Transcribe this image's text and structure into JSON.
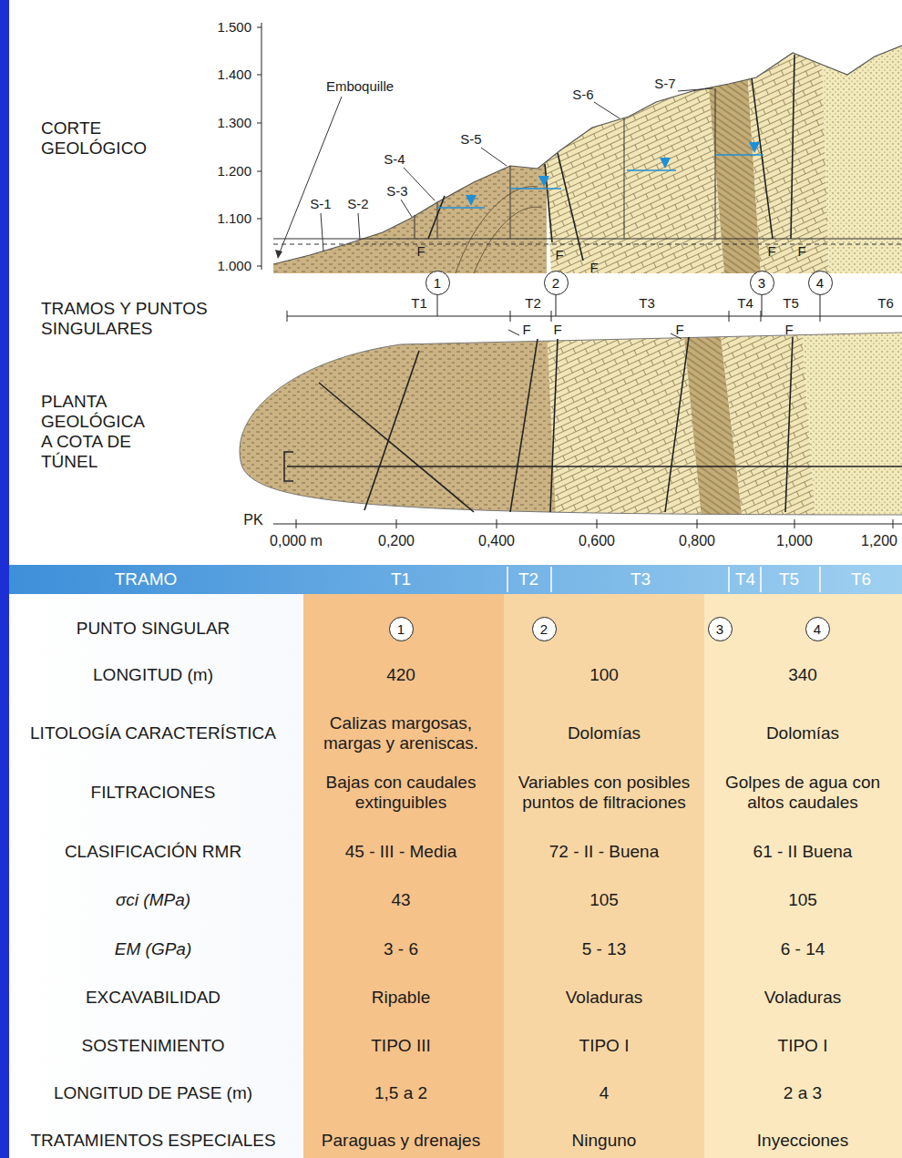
{
  "diagram": {
    "nodes": [
      {
        "text": [
          "1"
        ]
      },
      {
        "text": [
          "2"
        ]
      },
      {
        "text": [
          "3"
        ]
      },
      {
        "text": [
          "4"
        ]
      },
      {
        "text": [
          "1"
        ]
      },
      {
        "text": [
          "2"
        ]
      },
      {
        "text": [
          "3"
        ]
      },
      {
        "text": [
          "4"
        ]
      }
    ],
    "labels": [
      "1.500",
      "1.400",
      "1.300",
      "1.200",
      "1.100",
      "1.000",
      "CORTE GEOLÓGICO",
      "Emboquille",
      "S-1",
      "S-2",
      "S-3",
      "S-4",
      "S-5",
      "S-6",
      "S-7",
      "F",
      "F",
      "F",
      "F",
      "F",
      "TRAMOS Y PUNTOS SINGULARES",
      "T1",
      "T2",
      "T3",
      "T4",
      "T5",
      "T6",
      "PLANTA GEOLÓGICA A COTA DE TÚNEL",
      "F",
      "F",
      "F",
      "F",
      "PK",
      "0,000 m",
      "0,200",
      "0,400",
      "0,600",
      "0,800",
      "1,000",
      "1,200",
      "TRAMO",
      "T1",
      "T2",
      "T3",
      "T4",
      "T5",
      "T6",
      "PUNTO SINGULAR",
      "LONGITUD (m)",
      "420",
      "100",
      "340",
      "LITOLOGÍA CARACTERÍSTICA",
      "Calizas margosas, margas y areniscas.",
      "Dolomías",
      "Dolomías",
      "FILTRACIONES",
      "Bajas con caudales extinguibles",
      "Variables con posibles puntos de filtraciones",
      "Golpes de agua con altos caudales",
      "CLASIFICACIÓN RMR",
      "45 - III - Media",
      "72 - II - Buena",
      "61 - II Buena",
      "σci (MPa)",
      "43",
      "105",
      "105",
      "EM (GPa)",
      "3 - 6",
      "5 - 13",
      "6 - 14",
      "EXCAVABILIDAD",
      "Ripable",
      "Voladuras",
      "Voladuras",
      "SOSTENIMIENTO",
      "TIPO III",
      "TIPO I",
      "TIPO I",
      "LONGITUD DE PASE (m)",
      "1,5 a 2",
      "4",
      "2 a 3",
      "TRATAMIENTOS ESPECIALES",
      "Paraguas y drenajes",
      "Ninguno",
      "Inyecciones"
    ]
  }
}
